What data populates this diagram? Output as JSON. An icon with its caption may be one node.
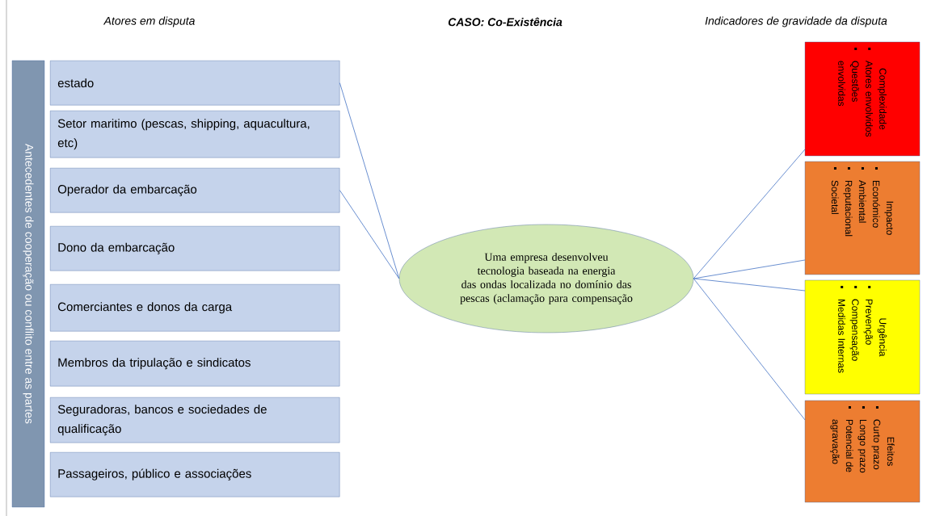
{
  "diagram": {
    "title": "CASO: Co-Existência",
    "nodes": [
      {
        "text": [
          "Antecedentes de cooperação ou conflito entre as partes"
        ]
      },
      {
        "text": [
          "estado"
        ]
      },
      {
        "text": [
          "Setor maritimo (pescas, shipping, aquacultura, etc)"
        ]
      },
      {
        "text": [
          "Operador da embarcação"
        ]
      },
      {
        "text": [
          "Dono da embarcação"
        ]
      },
      {
        "text": [
          "Comerciantes e donos da carga"
        ]
      },
      {
        "text": [
          "Membros da tripulação e sindicatos"
        ]
      },
      {
        "text": [
          "Seguradoras, bancos e sociedades de qualificação"
        ]
      },
      {
        "text": [
          "Passageiros, público e associações"
        ]
      },
      {
        "text": [
          "Uma empresa desenvolveu tecnologia baseada na energia das ondas localizada no domínio das pescas (aclamação para compensação"
        ]
      },
      {
        "text": [
          "Complexidade",
          "Atores envolvidos",
          "Questões envolvidas"
        ]
      },
      {
        "text": [
          "Impacto",
          "Económico",
          "Ambiental",
          "Reputacional",
          "Societal"
        ]
      },
      {
        "text": [
          "Urgência",
          "Prevenção",
          "Compensação",
          "Medidas Internas"
        ]
      },
      {
        "text": [
          "Efeitos",
          "Curto prazo",
          "Longo prazo",
          "Potencial de agravação"
        ]
      }
    ],
    "edges": [
      {
        "from": 1,
        "to": 9,
        "arrow": "none"
      },
      {
        "from": 3,
        "to": 9,
        "arrow": "none"
      },
      {
        "from": 9,
        "to": 10,
        "arrow": "none"
      },
      {
        "from": 9,
        "to": 11,
        "arrow": "none"
      },
      {
        "from": 9,
        "to": 12,
        "arrow": "none"
      },
      {
        "from": 9,
        "to": 13,
        "arrow": "none"
      }
    ],
    "labels": [
      "Atores em disputa",
      "Indicadores de gravidade da disputa"
    ]
  }
}
